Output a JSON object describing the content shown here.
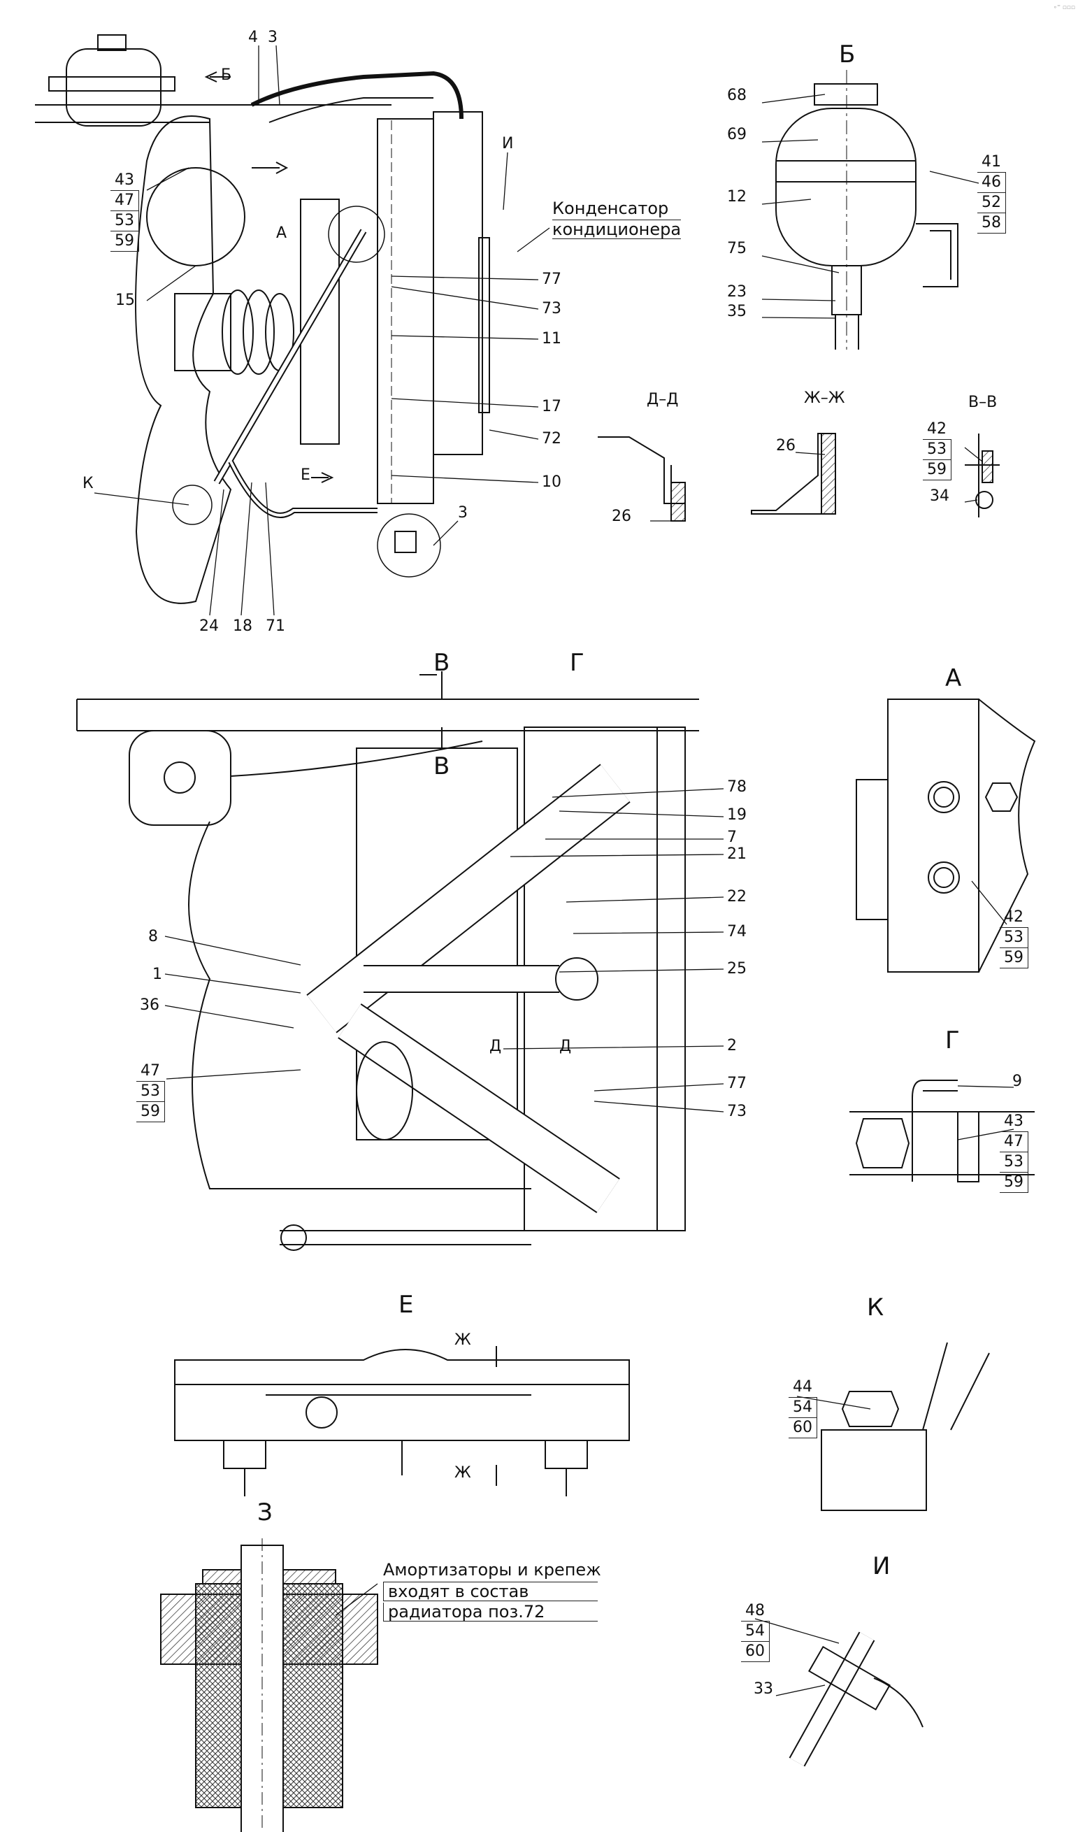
{
  "corner_mark": "∘⁼ ▫▫▫",
  "top_view": {
    "callouts": {
      "c4": "4",
      "c3": "3",
      "arrow_b": "Б",
      "arrow_a": "А",
      "arrow_e": "Е",
      "c15": "15",
      "view_i": "И",
      "c77": "77",
      "c73": "73",
      "c11": "11",
      "c17": "17",
      "c72": "72",
      "c10": "10",
      "c3b": "3",
      "view_k": "К",
      "c24": "24",
      "c18": "18",
      "c71": "71"
    },
    "stack_43": [
      "43",
      "47",
      "53",
      "59"
    ],
    "condenser_note": [
      "Конденсатор",
      "кондиционера"
    ]
  },
  "view_b": {
    "title": "Б",
    "callouts": {
      "c68": "68",
      "c69": "69",
      "c12": "12",
      "c75": "75",
      "c23": "23",
      "c35": "35"
    },
    "stack_41": [
      "41",
      "46",
      "52",
      "58"
    ]
  },
  "sections": {
    "dd": {
      "title": "Д–Д",
      "c26": "26"
    },
    "zhzh": {
      "title": "Ж–Ж",
      "c26": "26"
    },
    "vv": {
      "title": "В–В",
      "stack": [
        "42",
        "53",
        "59"
      ],
      "c34": "34"
    }
  },
  "main_view": {
    "cut_v_top": "В",
    "cut_v_bottom": "В",
    "view_g": "Г",
    "callouts": {
      "c78": "78",
      "c19": "19",
      "c7": "7",
      "c21": "21",
      "c22": "22",
      "c74": "74",
      "c25": "25",
      "c2": "2",
      "c77": "77",
      "c73": "73",
      "c8": "8",
      "c1": "1",
      "c36": "36",
      "d1": "Д",
      "d2": "Д"
    },
    "stack_47": [
      "47",
      "53",
      "59"
    ]
  },
  "view_a": {
    "title": "А",
    "stack": [
      "42",
      "53",
      "59"
    ]
  },
  "view_g": {
    "title": "Г",
    "c9": "9",
    "stack": [
      "43",
      "47",
      "53",
      "59"
    ]
  },
  "view_e": {
    "title": "Е",
    "cut_top": "Ж",
    "cut_bottom": "Ж"
  },
  "view_k": {
    "title": "К",
    "stack": [
      "44",
      "54",
      "60"
    ]
  },
  "view_z": {
    "title": "З",
    "note": [
      "Амортизаторы и крепеж",
      "входят в состав",
      "радиатора поз.72"
    ]
  },
  "view_i": {
    "title": "И",
    "stack": [
      "48",
      "54",
      "60"
    ],
    "c33": "33"
  }
}
